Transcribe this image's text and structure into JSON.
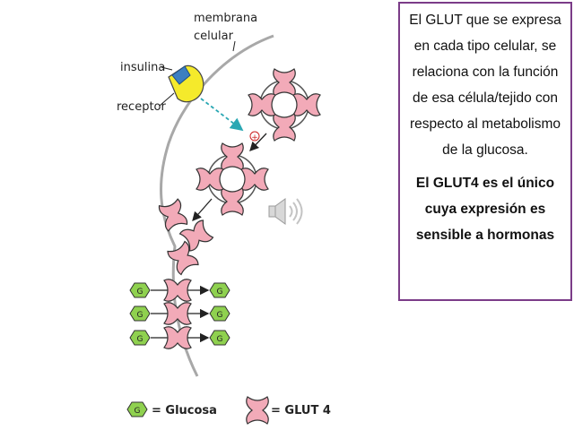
{
  "labels": {
    "membrana_line1": "membrana",
    "membrana_line2": "celular",
    "insulina": "insulina",
    "receptor": "receptor",
    "plus": "+",
    "glucose_symbol": "G"
  },
  "legend": {
    "glucosa_label": "= Glucosa",
    "glut4_label": "= GLUT 4"
  },
  "textbox": {
    "paragraph1": "El GLUT que se expresa en cada tipo celular, se relaciona con la función de esa célula/tejido con respecto al metabolismo de la glucosa.",
    "paragraph2": "El GLUT4 es el único cuya expresión es sensible a hormonas"
  },
  "colors": {
    "glut4_fill": "#f2aab8",
    "glut4_stroke": "#333333",
    "glucose_fill": "#8fd14f",
    "receptor_fill": "#f5ea2b",
    "insulin_fill": "#3c7fc1",
    "membrane_stroke": "#a8a8a8",
    "dashed_arrow": "#2aa7b3",
    "plus_color": "#cc1f1f",
    "textbox_border": "#7b3c88"
  },
  "icons": [
    "speaker-icon"
  ]
}
